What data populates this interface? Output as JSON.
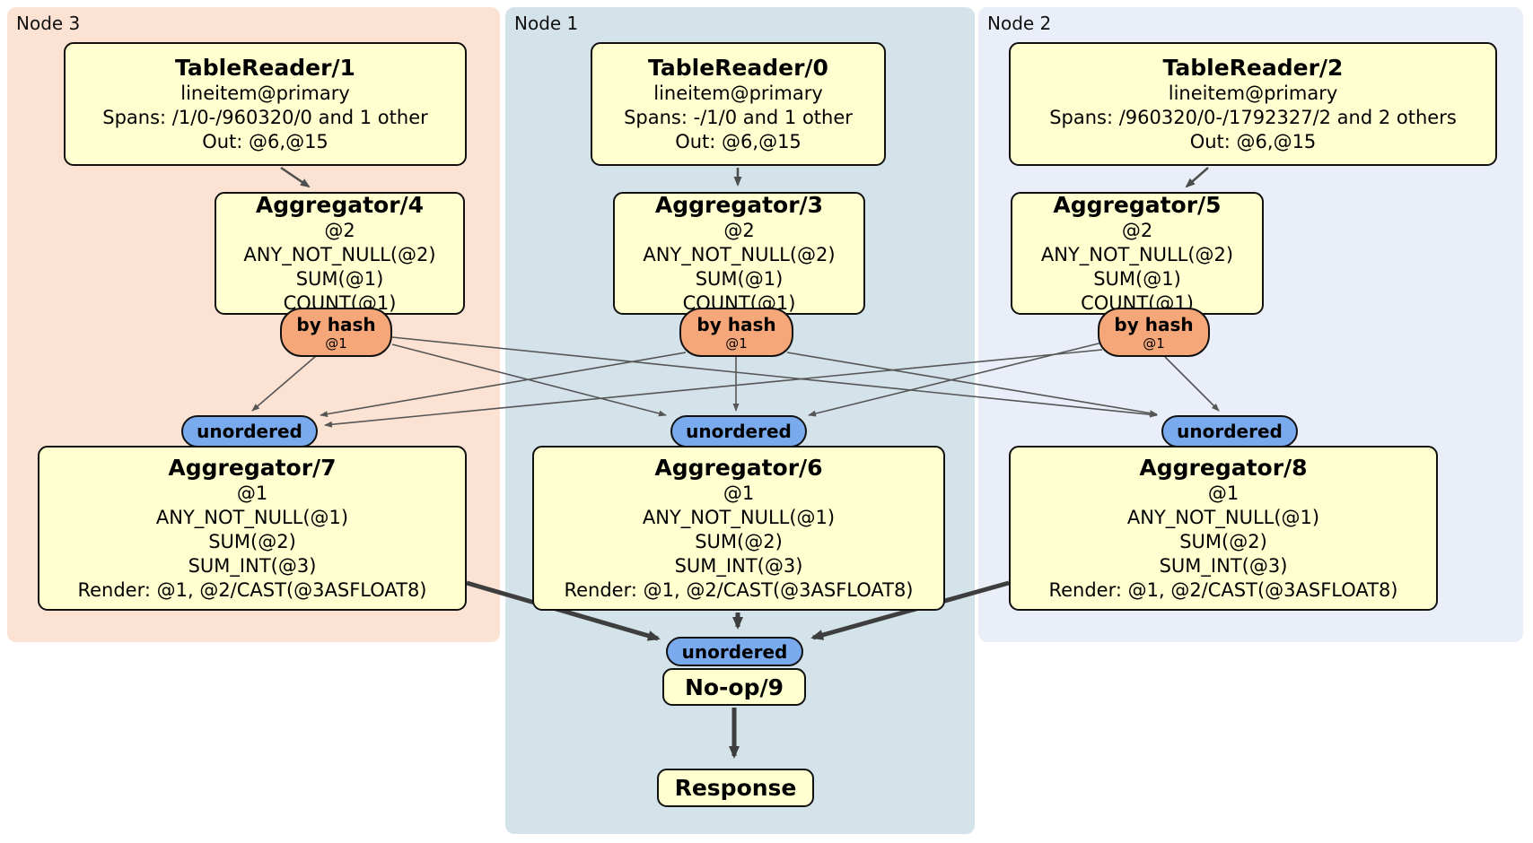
{
  "regions": {
    "node3": {
      "label": "Node 3"
    },
    "node1": {
      "label": "Node 1"
    },
    "node2": {
      "label": "Node 2"
    }
  },
  "processors": {
    "tablereader1": {
      "title": "TableReader/1",
      "lines": [
        "lineitem@primary",
        "Spans: /1/0-/960320/0 and 1 other",
        "Out: @6,@15"
      ]
    },
    "tablereader0": {
      "title": "TableReader/0",
      "lines": [
        "lineitem@primary",
        "Spans: -/1/0 and 1 other",
        "Out: @6,@15"
      ]
    },
    "tablereader2": {
      "title": "TableReader/2",
      "lines": [
        "lineitem@primary",
        "Spans: /960320/0-/1792327/2 and 2 others",
        "Out: @6,@15"
      ]
    },
    "aggregator4": {
      "title": "Aggregator/4",
      "lines": [
        "@2",
        "ANY_NOT_NULL(@2)",
        "SUM(@1)",
        "COUNT(@1)"
      ]
    },
    "aggregator3": {
      "title": "Aggregator/3",
      "lines": [
        "@2",
        "ANY_NOT_NULL(@2)",
        "SUM(@1)",
        "COUNT(@1)"
      ]
    },
    "aggregator5": {
      "title": "Aggregator/5",
      "lines": [
        "@2",
        "ANY_NOT_NULL(@2)",
        "SUM(@1)",
        "COUNT(@1)"
      ]
    },
    "aggregator7": {
      "title": "Aggregator/7",
      "lines": [
        "@1",
        "ANY_NOT_NULL(@1)",
        "SUM(@2)",
        "SUM_INT(@3)",
        "Render: @1, @2/CAST(@3ASFLOAT8)"
      ]
    },
    "aggregator6": {
      "title": "Aggregator/6",
      "lines": [
        "@1",
        "ANY_NOT_NULL(@1)",
        "SUM(@2)",
        "SUM_INT(@3)",
        "Render: @1, @2/CAST(@3ASFLOAT8)"
      ]
    },
    "aggregator8": {
      "title": "Aggregator/8",
      "lines": [
        "@1",
        "ANY_NOT_NULL(@1)",
        "SUM(@2)",
        "SUM_INT(@3)",
        "Render: @1, @2/CAST(@3ASFLOAT8)"
      ]
    },
    "noop9": {
      "title": "No-op/9"
    },
    "response": {
      "title": "Response"
    }
  },
  "routers": {
    "left": {
      "label": "by hash",
      "stream": "@1"
    },
    "center": {
      "label": "by hash",
      "stream": "@1"
    },
    "right": {
      "label": "by hash",
      "stream": "@1"
    }
  },
  "syncs": {
    "left": {
      "label": "unordered"
    },
    "center": {
      "label": "unordered"
    },
    "right": {
      "label": "unordered"
    },
    "final": {
      "label": "unordered"
    }
  },
  "colors": {
    "node3_bg": "#fbe2d2",
    "node1_bg": "#d4e2ea",
    "node2_bg": "#e9eef8",
    "processor_fill": "#ffffcf",
    "router_fill": "#f6a77a",
    "sync_fill": "#7aaaee",
    "edge_thin": "#565656",
    "edge_thick": "#3e3e3e"
  }
}
